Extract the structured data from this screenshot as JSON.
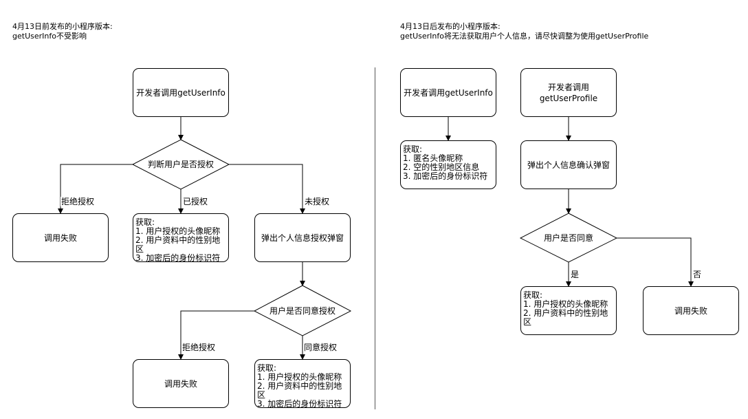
{
  "left": {
    "note": {
      "line1": "4月13日前发布的小程序版本:",
      "line2": "getUserInfo不受影响"
    },
    "start": "开发者调用getUserInfo",
    "decision1": "判断用户是否授权",
    "edge_reject": "拒绝授权",
    "edge_authorized": "已授权",
    "edge_unauthorized": "未授权",
    "fail1": "调用失败",
    "got1": [
      "获取:",
      "1. 用户授权的头像昵称",
      "2. 用户资料中的性别地区",
      "3. 加密后的身份标识符"
    ],
    "popup": "弹出个人信息授权弹窗",
    "decision2": "用户是否同意授权",
    "edge_reject2": "拒绝授权",
    "edge_agree": "同意授权",
    "fail2": "调用失败",
    "got2": [
      "获取:",
      "1. 用户授权的头像昵称",
      "2. 用户资料中的性别地区",
      "3. 加密后的身份标识符"
    ]
  },
  "right": {
    "note": {
      "line1": "4月13日后发布的小程序版本:",
      "line2": "getUserInfo将无法获取用户个人信息，请尽快调整为使用getUserProfile"
    },
    "start_info": "开发者调用getUserInfo",
    "got_info": [
      "获取:",
      "1. 匿名头像昵称",
      "2. 空的性别地区信息",
      "3. 加密后的身份标识符"
    ],
    "start_profile": [
      "开发者调用",
      "getUserProfile"
    ],
    "popup": "弹出个人信息确认弹窗",
    "decision": "用户是否同意",
    "edge_yes": "是",
    "edge_no": "否",
    "got_profile": [
      "获取:",
      "1. 用户授权的头像昵称",
      "2. 用户资料中的性别地区"
    ],
    "fail": "调用失败"
  }
}
